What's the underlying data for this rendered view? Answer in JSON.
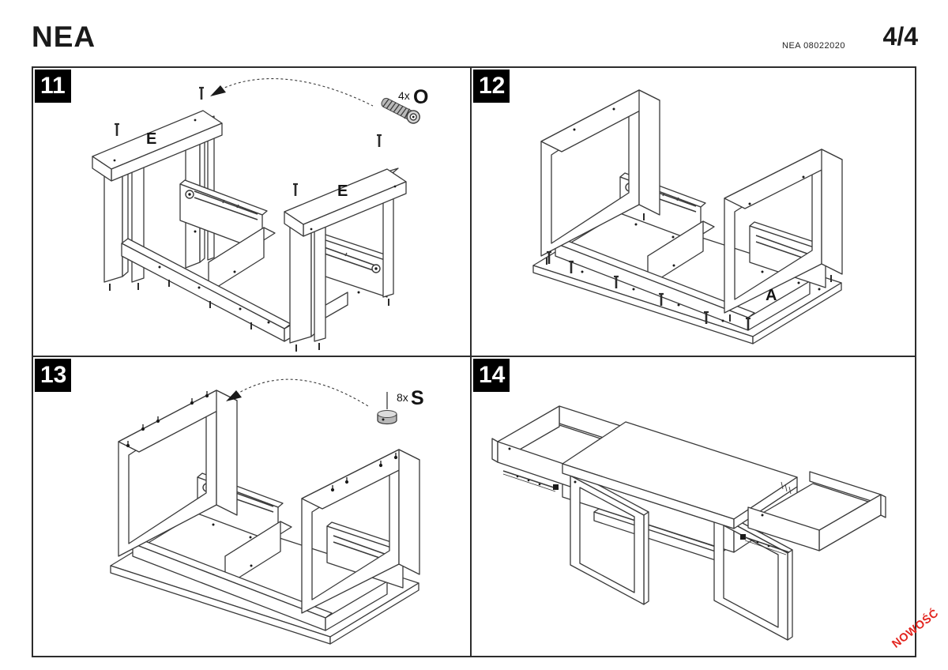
{
  "header": {
    "title": "NEA",
    "doc_code": "NEA 08022020",
    "page_indicator": "4/4"
  },
  "novelty_badge": {
    "label": "NOWOŚĆ",
    "color": "#e3241e"
  },
  "panels": [
    {
      "number": "11",
      "part_labels": [
        "E",
        "E"
      ],
      "hardware": {
        "icon": "screw-icon",
        "qty_label": "4x",
        "part_code": "O"
      }
    },
    {
      "number": "12",
      "part_labels": [
        "A"
      ]
    },
    {
      "number": "13",
      "part_labels": [],
      "hardware": {
        "icon": "foot-glide-icon",
        "qty_label": "8x",
        "part_code": "S"
      }
    },
    {
      "number": "14",
      "part_labels": []
    }
  ],
  "colors": {
    "line": "#3a3a3a",
    "accent_red": "#e3241e",
    "panel_number_bg": "#000000",
    "panel_number_fg": "#ffffff"
  }
}
